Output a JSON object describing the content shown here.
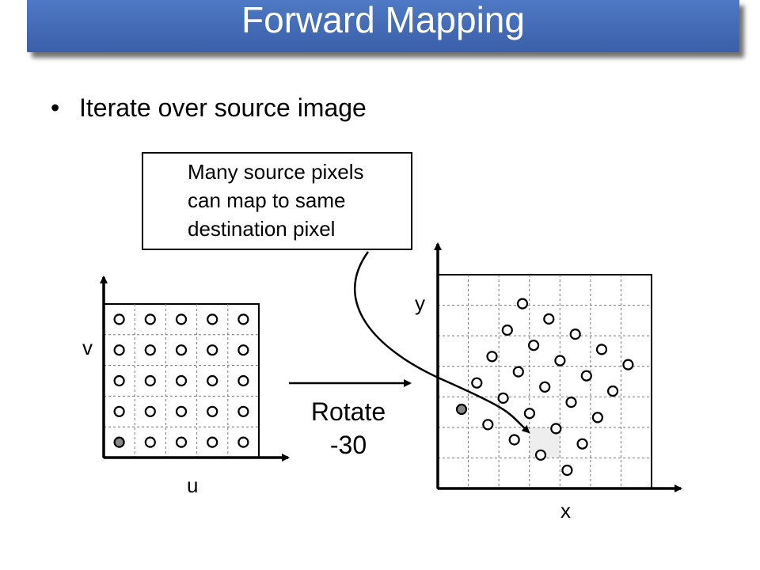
{
  "slide": {
    "title": "Forward Mapping",
    "bullet_marker": "•",
    "bullet": "Iterate over source image"
  },
  "callout": {
    "lines": [
      "Many source pixels",
      "can map to same",
      "destination pixel"
    ]
  },
  "source_grid": {
    "axis_v": "v",
    "axis_u": "u",
    "rows": 5,
    "cols": 5
  },
  "transform": {
    "line1": "Rotate",
    "line2": "-30"
  },
  "dest_grid": {
    "axis_y": "y",
    "axis_x": "x",
    "rows": 7,
    "cols": 7,
    "rotation_degrees": -30
  },
  "colors": {
    "title_bar": "#3f67b3",
    "highlight_pixel": "#888888",
    "target_cell": "#eeeeee"
  }
}
